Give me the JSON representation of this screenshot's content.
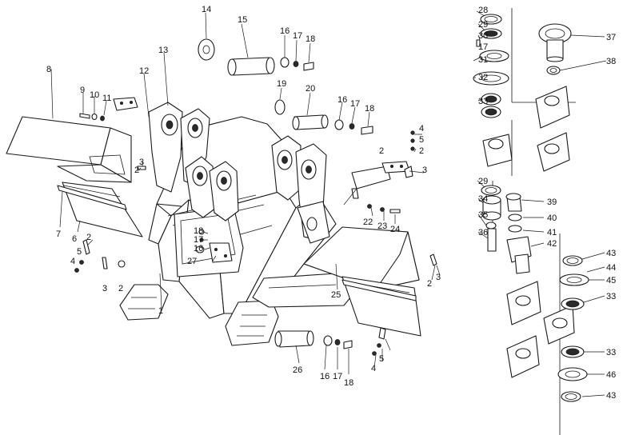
{
  "diagram": {
    "callouts": [
      {
        "text": "1"
      },
      {
        "text": "2"
      },
      {
        "text": "2"
      },
      {
        "text": "2"
      },
      {
        "text": "2"
      },
      {
        "text": "2"
      },
      {
        "text": "2"
      },
      {
        "text": "3"
      },
      {
        "text": "3"
      },
      {
        "text": "3"
      },
      {
        "text": "3"
      },
      {
        "text": "4"
      },
      {
        "text": "4"
      },
      {
        "text": "4"
      },
      {
        "text": "5"
      },
      {
        "text": "5"
      },
      {
        "text": "5"
      },
      {
        "text": "6"
      },
      {
        "text": "7"
      },
      {
        "text": "8"
      },
      {
        "text": "9"
      },
      {
        "text": "10"
      },
      {
        "text": "11"
      },
      {
        "text": "12"
      },
      {
        "text": "13"
      },
      {
        "text": "14"
      },
      {
        "text": "15"
      },
      {
        "text": "16"
      },
      {
        "text": "17"
      },
      {
        "text": "18"
      },
      {
        "text": "19"
      },
      {
        "text": "20"
      },
      {
        "text": "16"
      },
      {
        "text": "17"
      },
      {
        "text": "18"
      },
      {
        "text": "18"
      },
      {
        "text": "17"
      },
      {
        "text": "16"
      },
      {
        "text": "27"
      },
      {
        "text": "22"
      },
      {
        "text": "23"
      },
      {
        "text": "24"
      },
      {
        "text": "25"
      },
      {
        "text": "26"
      },
      {
        "text": "16"
      },
      {
        "text": "17"
      },
      {
        "text": "18"
      },
      {
        "text": "28"
      },
      {
        "text": "29"
      },
      {
        "text": "30"
      },
      {
        "text": "17"
      },
      {
        "text": "31"
      },
      {
        "text": "32"
      },
      {
        "text": "33"
      },
      {
        "text": "37"
      },
      {
        "text": "38"
      },
      {
        "text": "29"
      },
      {
        "text": "34"
      },
      {
        "text": "35"
      },
      {
        "text": "36"
      },
      {
        "text": "39"
      },
      {
        "text": "40"
      },
      {
        "text": "41"
      },
      {
        "text": "42"
      },
      {
        "text": "43"
      },
      {
        "text": "44"
      },
      {
        "text": "45"
      },
      {
        "text": "33"
      },
      {
        "text": "33"
      },
      {
        "text": "46"
      },
      {
        "text": "43"
      }
    ]
  }
}
